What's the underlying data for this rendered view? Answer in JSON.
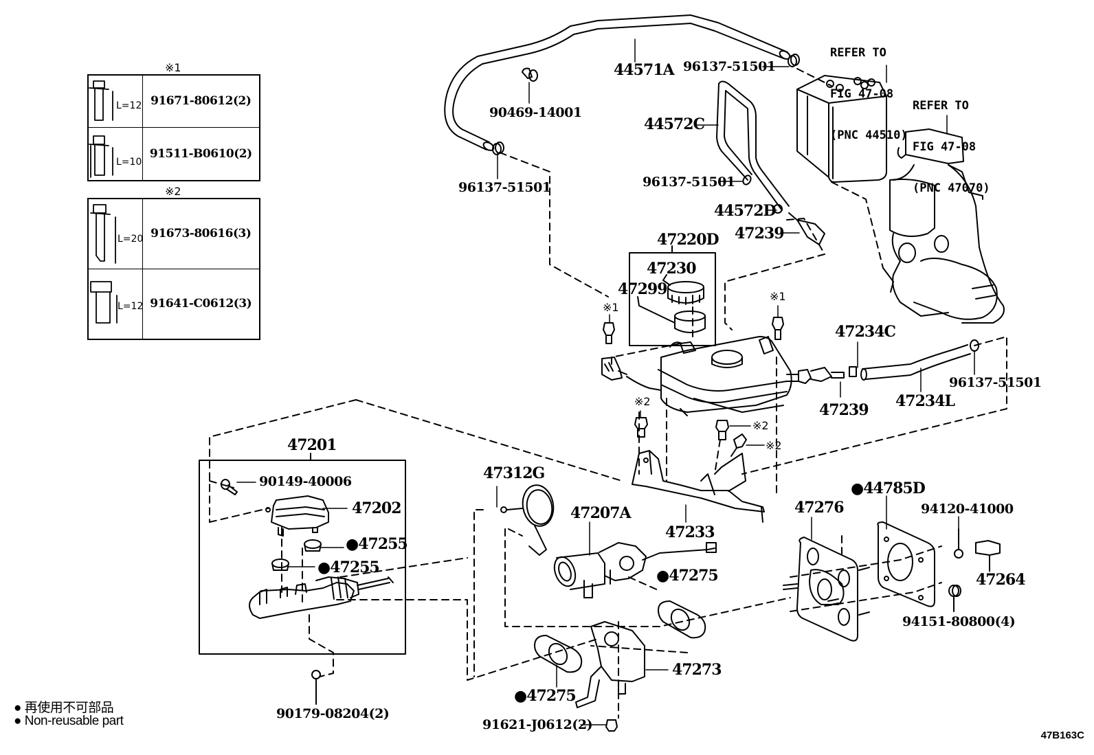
{
  "diagram": {
    "figure_id": "47B163C",
    "legend": {
      "symbol": "●",
      "japanese": "再使用不可部品",
      "english": "Non-reusable part"
    },
    "bolt_tables": [
      {
        "mark": "※1",
        "rows": [
          {
            "length": "L=12",
            "part": "91671-80612(2)"
          },
          {
            "length": "L=10",
            "part": "91511-B0610(2)"
          }
        ]
      },
      {
        "mark": "※2",
        "rows": [
          {
            "length": "L=20",
            "part": "91673-80616(3)"
          },
          {
            "length": "L=12",
            "part": "91641-C0612(3)"
          }
        ]
      }
    ],
    "references": [
      {
        "line1": "REFER TO",
        "line2": "FIG 47-08",
        "line3": "(PNC 44510)"
      },
      {
        "line1": "REFER TO",
        "line2": "FIG 47-08",
        "line3": "(PNC 47070)"
      }
    ],
    "callouts": {
      "hose_44571A": "44571A",
      "clamp_96137_top": "96137-51501",
      "clip_90469": "90469-14001",
      "clamp_96137_left": "96137-51501",
      "hose_44572C": "44572C",
      "clamp_96137_mid": "96137-51501",
      "hose_44572D": "44572D",
      "union_47239_top": "47239",
      "reservoir_47220D": "47220D",
      "cap_47230": "47230",
      "strainer_47299": "47299",
      "mark1_left": "※1",
      "mark1_right": "※1",
      "union_47234C": "47234C",
      "union_47239_right": "47239",
      "hose_47234L": "47234L",
      "clamp_96137_right": "96137-51501",
      "mark2_a": "※2",
      "mark2_b": "※2",
      "mark2_c": "※2",
      "master_cyl_47201": "47201",
      "bolt_90149": "90149-40006",
      "reservoir_47202": "47202",
      "grommet_47255_a": "47255",
      "grommet_47255_b": "47255",
      "nut_90179": "90179-08204(2)",
      "sensor_47312G": "47312G",
      "accumulator_47207A": "47207A",
      "bracket_47233": "47233",
      "gasket_47275_a": "47275",
      "gasket_47275_b": "47275",
      "bracket_47273": "47273",
      "bolt_91621": "91621-J0612(2)",
      "plate_47276": "47276",
      "gasket_44785D": "44785D",
      "nut_94120": "94120-41000",
      "clip_47264": "47264",
      "nut_94151": "94151-80800(4)"
    },
    "non_reusable_marker": "●"
  }
}
